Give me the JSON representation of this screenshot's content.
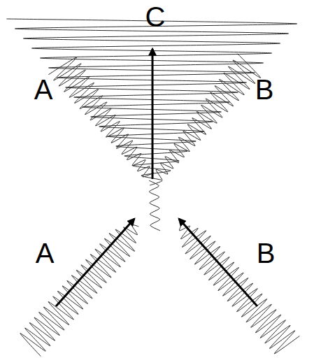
{
  "diagram": {
    "labels": [
      "C",
      "A",
      "B",
      "A",
      "B"
    ]
  }
}
